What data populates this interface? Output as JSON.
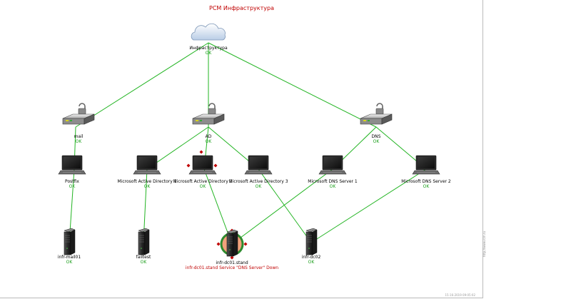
{
  "title": "PCM Инфраструктура",
  "status_ok": "OK",
  "side_text": "http://www.rcm.ru",
  "timestamp": "15-16-2019 09:05:02",
  "colors": {
    "link": "#22b422",
    "ok": "#1a9e1a",
    "error": "#c00000",
    "error_ring": "#2e8b2e",
    "error_fill": "#f2a27c"
  },
  "nodes": {
    "cloud": {
      "label": "Инфраструктура",
      "status": "OK",
      "icon": "cloud-icon"
    },
    "mail": {
      "label": "mail",
      "status": "OK",
      "icon": "router-icon"
    },
    "ad": {
      "label": "AD",
      "status": "OK",
      "icon": "router-icon"
    },
    "dns": {
      "label": "DNS",
      "status": "OK",
      "icon": "router-icon"
    },
    "postfix": {
      "label": "Postfix",
      "status": "OK",
      "icon": "laptop-icon"
    },
    "mad1": {
      "label": "Microsoft Active Directory 1",
      "status": "OK",
      "icon": "laptop-icon"
    },
    "mad2": {
      "label": "Microsoft Active Directory 2",
      "status": "OK",
      "icon": "laptop-icon"
    },
    "mad3": {
      "label": "Microsoft Active Directory 3",
      "status": "OK",
      "icon": "laptop-icon"
    },
    "mdns1": {
      "label": "Microsoft DNS Server 1",
      "status": "OK",
      "icon": "laptop-icon"
    },
    "mdns2": {
      "label": "Microsoft DNS Server 2",
      "status": "OK",
      "icon": "laptop-icon"
    },
    "mail01": {
      "label": "infr-mail01",
      "status": "OK",
      "icon": "server-icon"
    },
    "failtest": {
      "label": "failtest",
      "status": "OK",
      "icon": "server-icon"
    },
    "dc01": {
      "label": "infr-dc01.stand",
      "status": "infr-dc01.stand Service \"DNS Server\" Down",
      "icon": "server-icon"
    },
    "dc02": {
      "label": "infr-dc02",
      "status": "OK",
      "icon": "server-icon"
    }
  },
  "links": [
    [
      "cloud",
      "mail"
    ],
    [
      "cloud",
      "ad"
    ],
    [
      "cloud",
      "dns"
    ],
    [
      "mail",
      "postfix"
    ],
    [
      "ad",
      "mad1"
    ],
    [
      "ad",
      "mad2"
    ],
    [
      "ad",
      "mad3"
    ],
    [
      "dns",
      "mdns1"
    ],
    [
      "dns",
      "mdns2"
    ],
    [
      "postfix",
      "mail01"
    ],
    [
      "mad1",
      "failtest"
    ],
    [
      "mad2",
      "dc01"
    ],
    [
      "mad3",
      "dc02"
    ],
    [
      "mdns1",
      "dc01"
    ],
    [
      "mdns2",
      "dc02"
    ]
  ]
}
